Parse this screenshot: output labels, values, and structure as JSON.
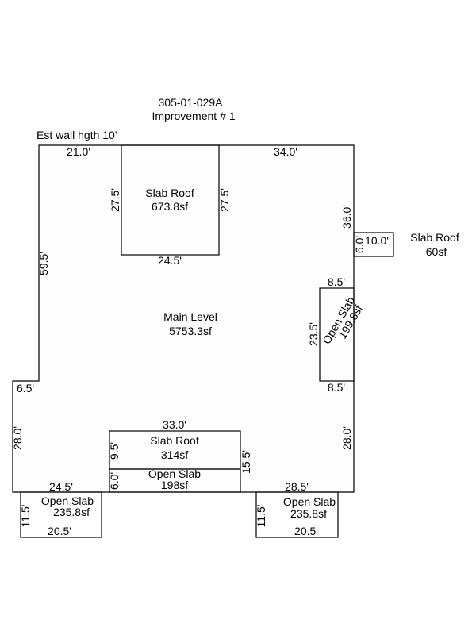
{
  "header": {
    "parcel_id": "305-01-029A",
    "improvement": "Improvement # 1",
    "wall_height": "Est wall hgth 10'"
  },
  "areas": {
    "main_level": {
      "label": "Main Level",
      "area": "5753.3sf"
    },
    "slab_roof_top": {
      "label": "Slab Roof",
      "area": "673.8sf"
    },
    "slab_roof_right": {
      "label": "Slab Roof",
      "area": "60sf"
    },
    "open_slab_right": {
      "label": "Open Slab",
      "area": "199.8sf"
    },
    "slab_roof_bottom": {
      "label": "Slab Roof",
      "area": "314sf"
    },
    "open_slab_bottom": {
      "label": "Open Slab",
      "area": "198sf"
    },
    "open_slab_bl": {
      "label": "Open Slab",
      "area": "235.8sf"
    },
    "open_slab_br": {
      "label": "Open Slab",
      "area": "235.8sf"
    }
  },
  "dimensions": {
    "main_top_left": "21.0'",
    "main_top_right": "34.0'",
    "main_left_upper": "59.5'",
    "main_right_upper": "36.0'",
    "main_step_left": "6.5'",
    "main_left_lower": "28.0'",
    "main_right_lower": "28.0'",
    "main_bottom_left": "24.5'",
    "main_bottom_right": "28.5'",
    "slab_roof_top_left": "27.5'",
    "slab_roof_top_right": "27.5'",
    "slab_roof_top_bottom": "24.5'",
    "slab_roof_right_width": "10.0'",
    "slab_roof_right_height": "6.0'",
    "open_slab_right_top": "8.5'",
    "open_slab_right_side": "23.5'",
    "open_slab_right_bottom": "8.5'",
    "slab_roof_bottom_top": "33.0'",
    "slab_roof_bottom_left": "9.5'",
    "slab_roof_bottom_right": "15.5'",
    "open_slab_bottom_left": "6.0'",
    "open_slab_bl_side": "11.5'",
    "open_slab_bl_bottom": "20.5'",
    "open_slab_br_side": "11.5'",
    "open_slab_br_bottom": "20.5'"
  }
}
